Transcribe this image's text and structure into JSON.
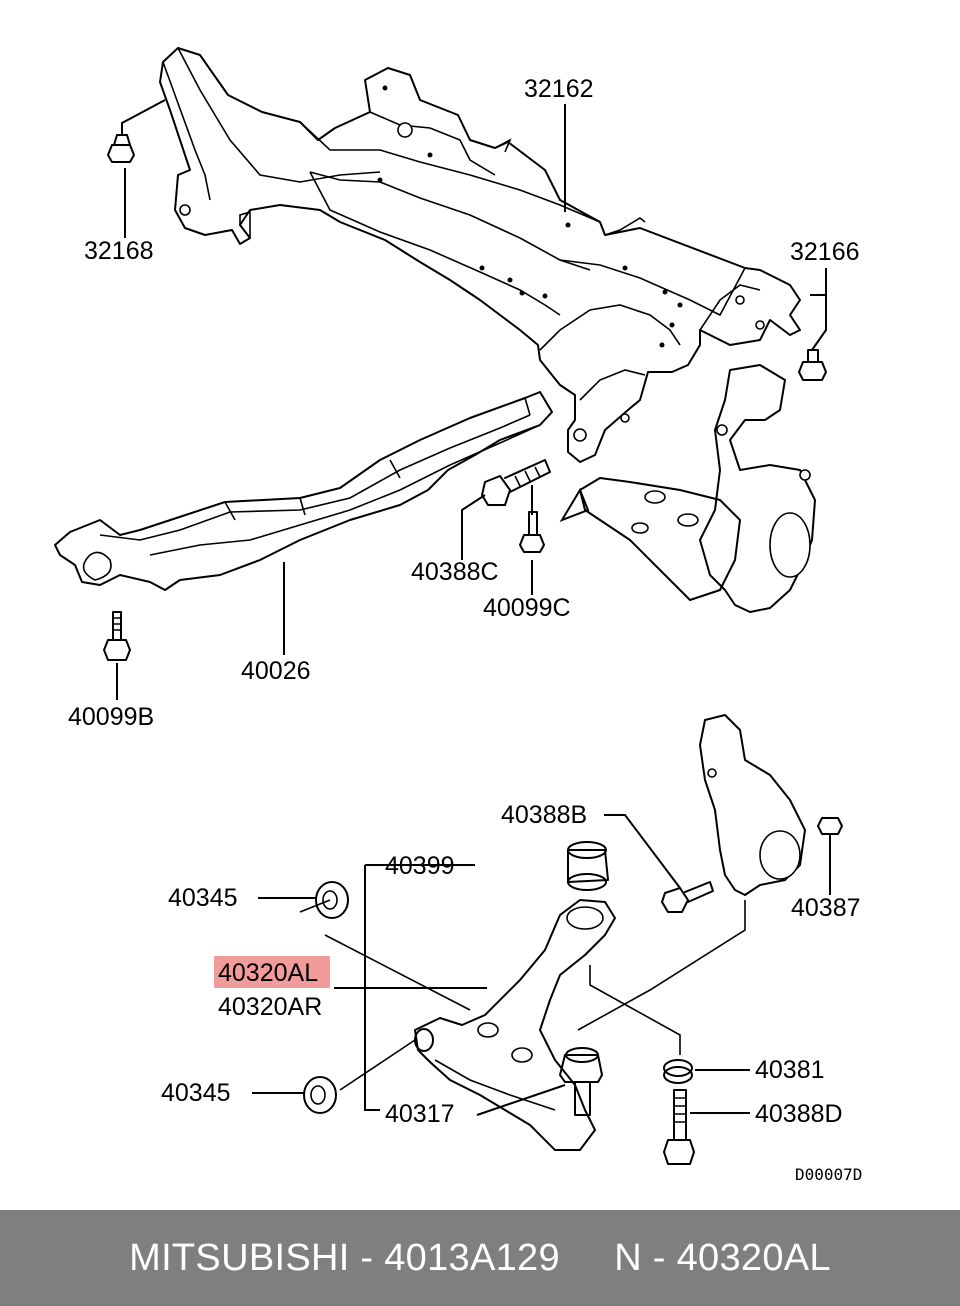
{
  "labels": {
    "p32162": "32162",
    "p32168": "32168",
    "p32166": "32166",
    "p40388C": "40388C",
    "p40099C": "40099C",
    "p40026": "40026",
    "p40099B": "40099B",
    "p40388B": "40388B",
    "p40399": "40399",
    "p40345_top": "40345",
    "p40387": "40387",
    "p40320AL": "40320AL",
    "p40320AR": "40320AR",
    "p40381": "40381",
    "p40345_bottom": "40345",
    "p40317": "40317",
    "p40388D": "40388D",
    "drawing_code": "D00007D"
  },
  "highlight_color": "#f08a8a",
  "footer": {
    "text": "MITSUBISHI - 4013A129     N - 40320AL"
  }
}
